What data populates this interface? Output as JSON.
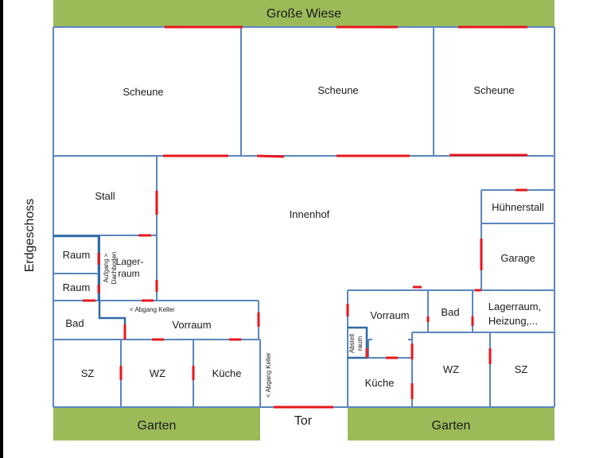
{
  "title": "Erdgeschoss",
  "colors": {
    "wall": "#5b86bf",
    "wall_dark": "#2e6aa8",
    "door": "#e8171b",
    "green": "#9bbb59",
    "green_border": "#8fb84f"
  },
  "areas": {
    "top": "Große Wiese",
    "bottom_left": "Garten",
    "bottom_right": "Garten",
    "gate": "Tor"
  },
  "rooms": {
    "scheune_1": "Scheune",
    "scheune_2": "Scheune",
    "scheune_3": "Scheune",
    "stall": "Stall",
    "innenhof": "Innenhof",
    "raum_1": "Raum",
    "raum_2": "Raum",
    "lagerraum_left_1": "Lager-",
    "lagerraum_left_2": "raum",
    "aufgang_1": "Aufgang >",
    "aufgang_2": "Dachboden",
    "bad_left": "Bad",
    "vorraum_left": "Vorraum",
    "abgang_keller_left": "< Abgang Keller",
    "sz_left": "SZ",
    "wz_left": "WZ",
    "kueche_left": "Küche",
    "abgang_keller_mid": "< Abgang Keller",
    "huehnerstall": "Hühnerstall",
    "garage": "Garage",
    "vorraum_right": "Vorraum",
    "bad_right": "Bad",
    "lagerraum_right_1": "Lagerraum,",
    "lagerraum_right_2": "Heizung,...",
    "abstellraum_1": "Abstell",
    "abstellraum_2": "raum",
    "kueche_right": "Küche",
    "wz_right": "WZ",
    "sz_right": "SZ"
  }
}
